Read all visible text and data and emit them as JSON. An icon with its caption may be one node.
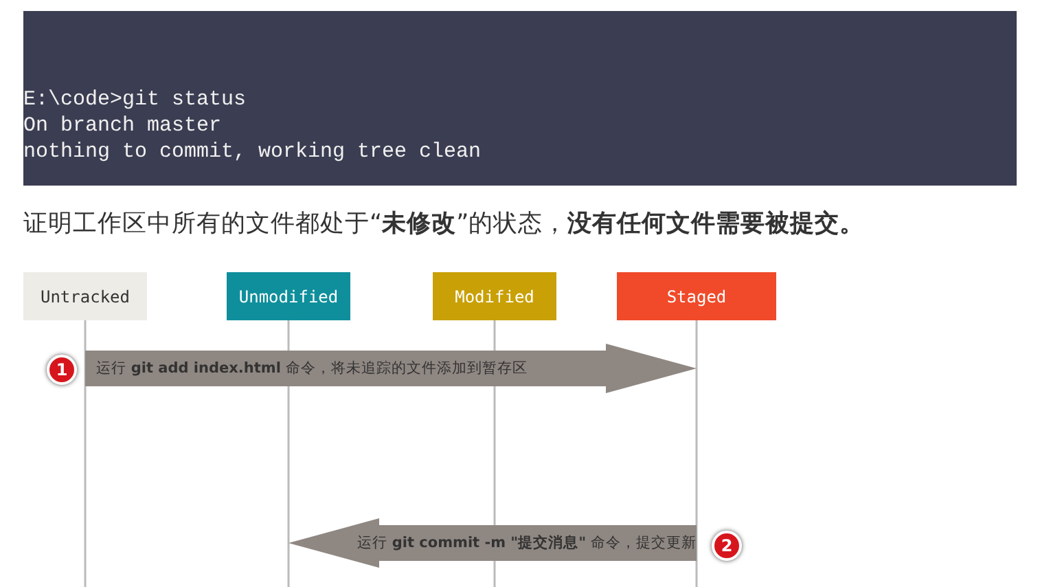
{
  "diagram": {
    "title": "证明工作区中所有的文件都处于“**未修改**”的状态，**没有任何文件需要被提交。**",
    "nodes": [
      {
        "text": [
          "Untracked"
        ]
      },
      {
        "text": [
          "Unmodified"
        ]
      },
      {
        "text": [
          "Modified"
        ]
      },
      {
        "text": [
          "Staged"
        ]
      }
    ],
    "edges": [
      {
        "from": 0,
        "to": 3,
        "arrow": "to",
        "label": "运行 **git add index.html** 命令，将未追踪的文件添加到暂存区"
      },
      {
        "from": 3,
        "to": 1,
        "arrow": "to",
        "label": "运行 **git commit -m \"提交消息\"** 命令，提交更新"
      }
    ],
    "labels": [
      "E:\\code>git status",
      "On branch master",
      "nothing to commit, working tree clean",
      "1",
      "2"
    ]
  }
}
